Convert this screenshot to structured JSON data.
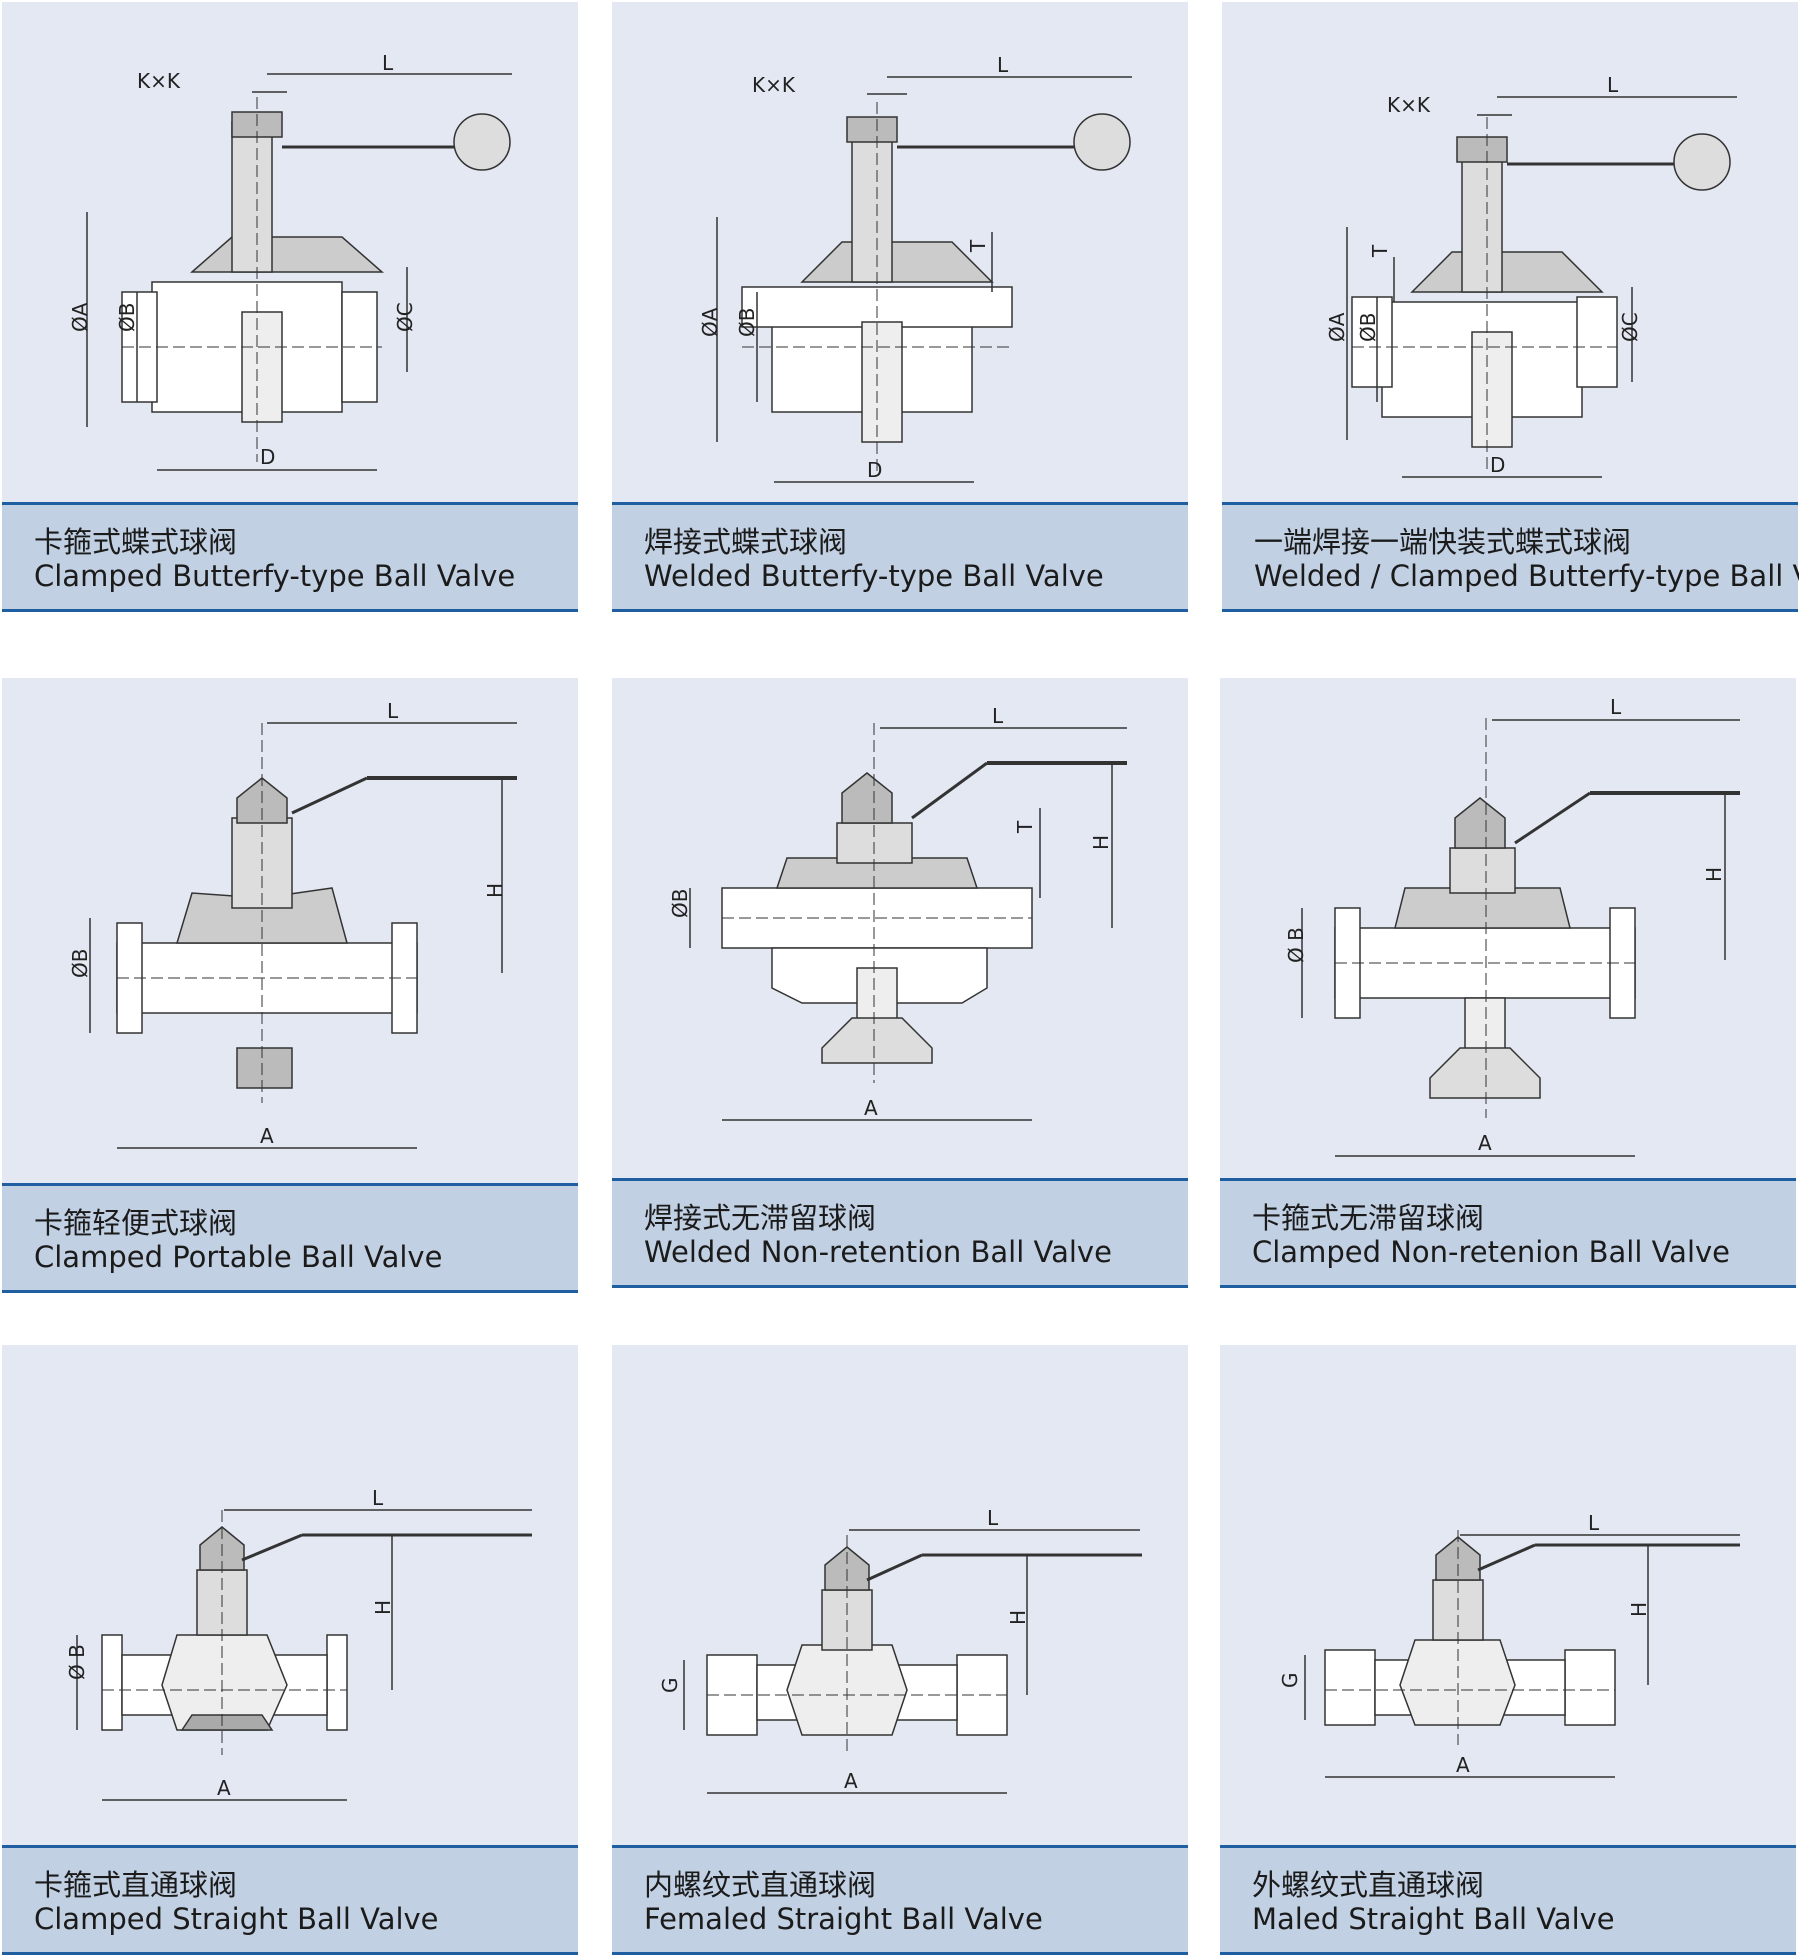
{
  "valves": [
    {
      "cn": "卡箍式蝶式球阀",
      "en": "Clamped Butterfy-type Ball Valve",
      "dims": {
        "kk": "K×K",
        "l": "L",
        "a": "ØA",
        "b": "ØB",
        "c": "ØC",
        "d": "D"
      }
    },
    {
      "cn": "焊接式蝶式球阀",
      "en": "Welded Butterfy-type Ball Valve",
      "dims": {
        "kk": "K×K",
        "l": "L",
        "t": "T",
        "a": "ØA",
        "b": "ØB",
        "d": "D"
      }
    },
    {
      "cn": "一端焊接一端快装式蝶式球阀",
      "en": "Welded / Clamped Butterfy-type Ball Valve",
      "dims": {
        "kk": "K×K",
        "l": "L",
        "t": "T",
        "a": "ØA",
        "b": "ØB",
        "c": "ØC",
        "d": "D"
      }
    },
    {
      "cn": "卡箍轻便式球阀",
      "en": "Clamped Portable Ball Valve",
      "dims": {
        "l": "L",
        "h": "H",
        "b": "ØB",
        "a": "A"
      }
    },
    {
      "cn": "焊接式无滞留球阀",
      "en": "Welded Non-retention Ball Valve",
      "dims": {
        "l": "L",
        "t": "T",
        "h": "H",
        "b": "ØB",
        "a": "A"
      }
    },
    {
      "cn": "卡箍式无滞留球阀",
      "en": "Clamped Non-retenion Ball Valve",
      "dims": {
        "l": "L",
        "h": "H",
        "b": "Ø B",
        "a": "A"
      }
    },
    {
      "cn": "卡箍式直通球阀",
      "en": "Clamped Straight Ball Valve",
      "dims": {
        "l": "L",
        "h": "H",
        "b": "Ø B",
        "a": "A"
      }
    },
    {
      "cn": "内螺纹式直通球阀",
      "en": "Femaled Straight Ball Valve",
      "dims": {
        "l": "L",
        "h": "H",
        "g": "G",
        "a": "A"
      }
    },
    {
      "cn": "外螺纹式直通球阀",
      "en": "Maled Straight Ball Valve",
      "dims": {
        "l": "L",
        "h": "H",
        "g": "G",
        "a": "A"
      }
    }
  ]
}
